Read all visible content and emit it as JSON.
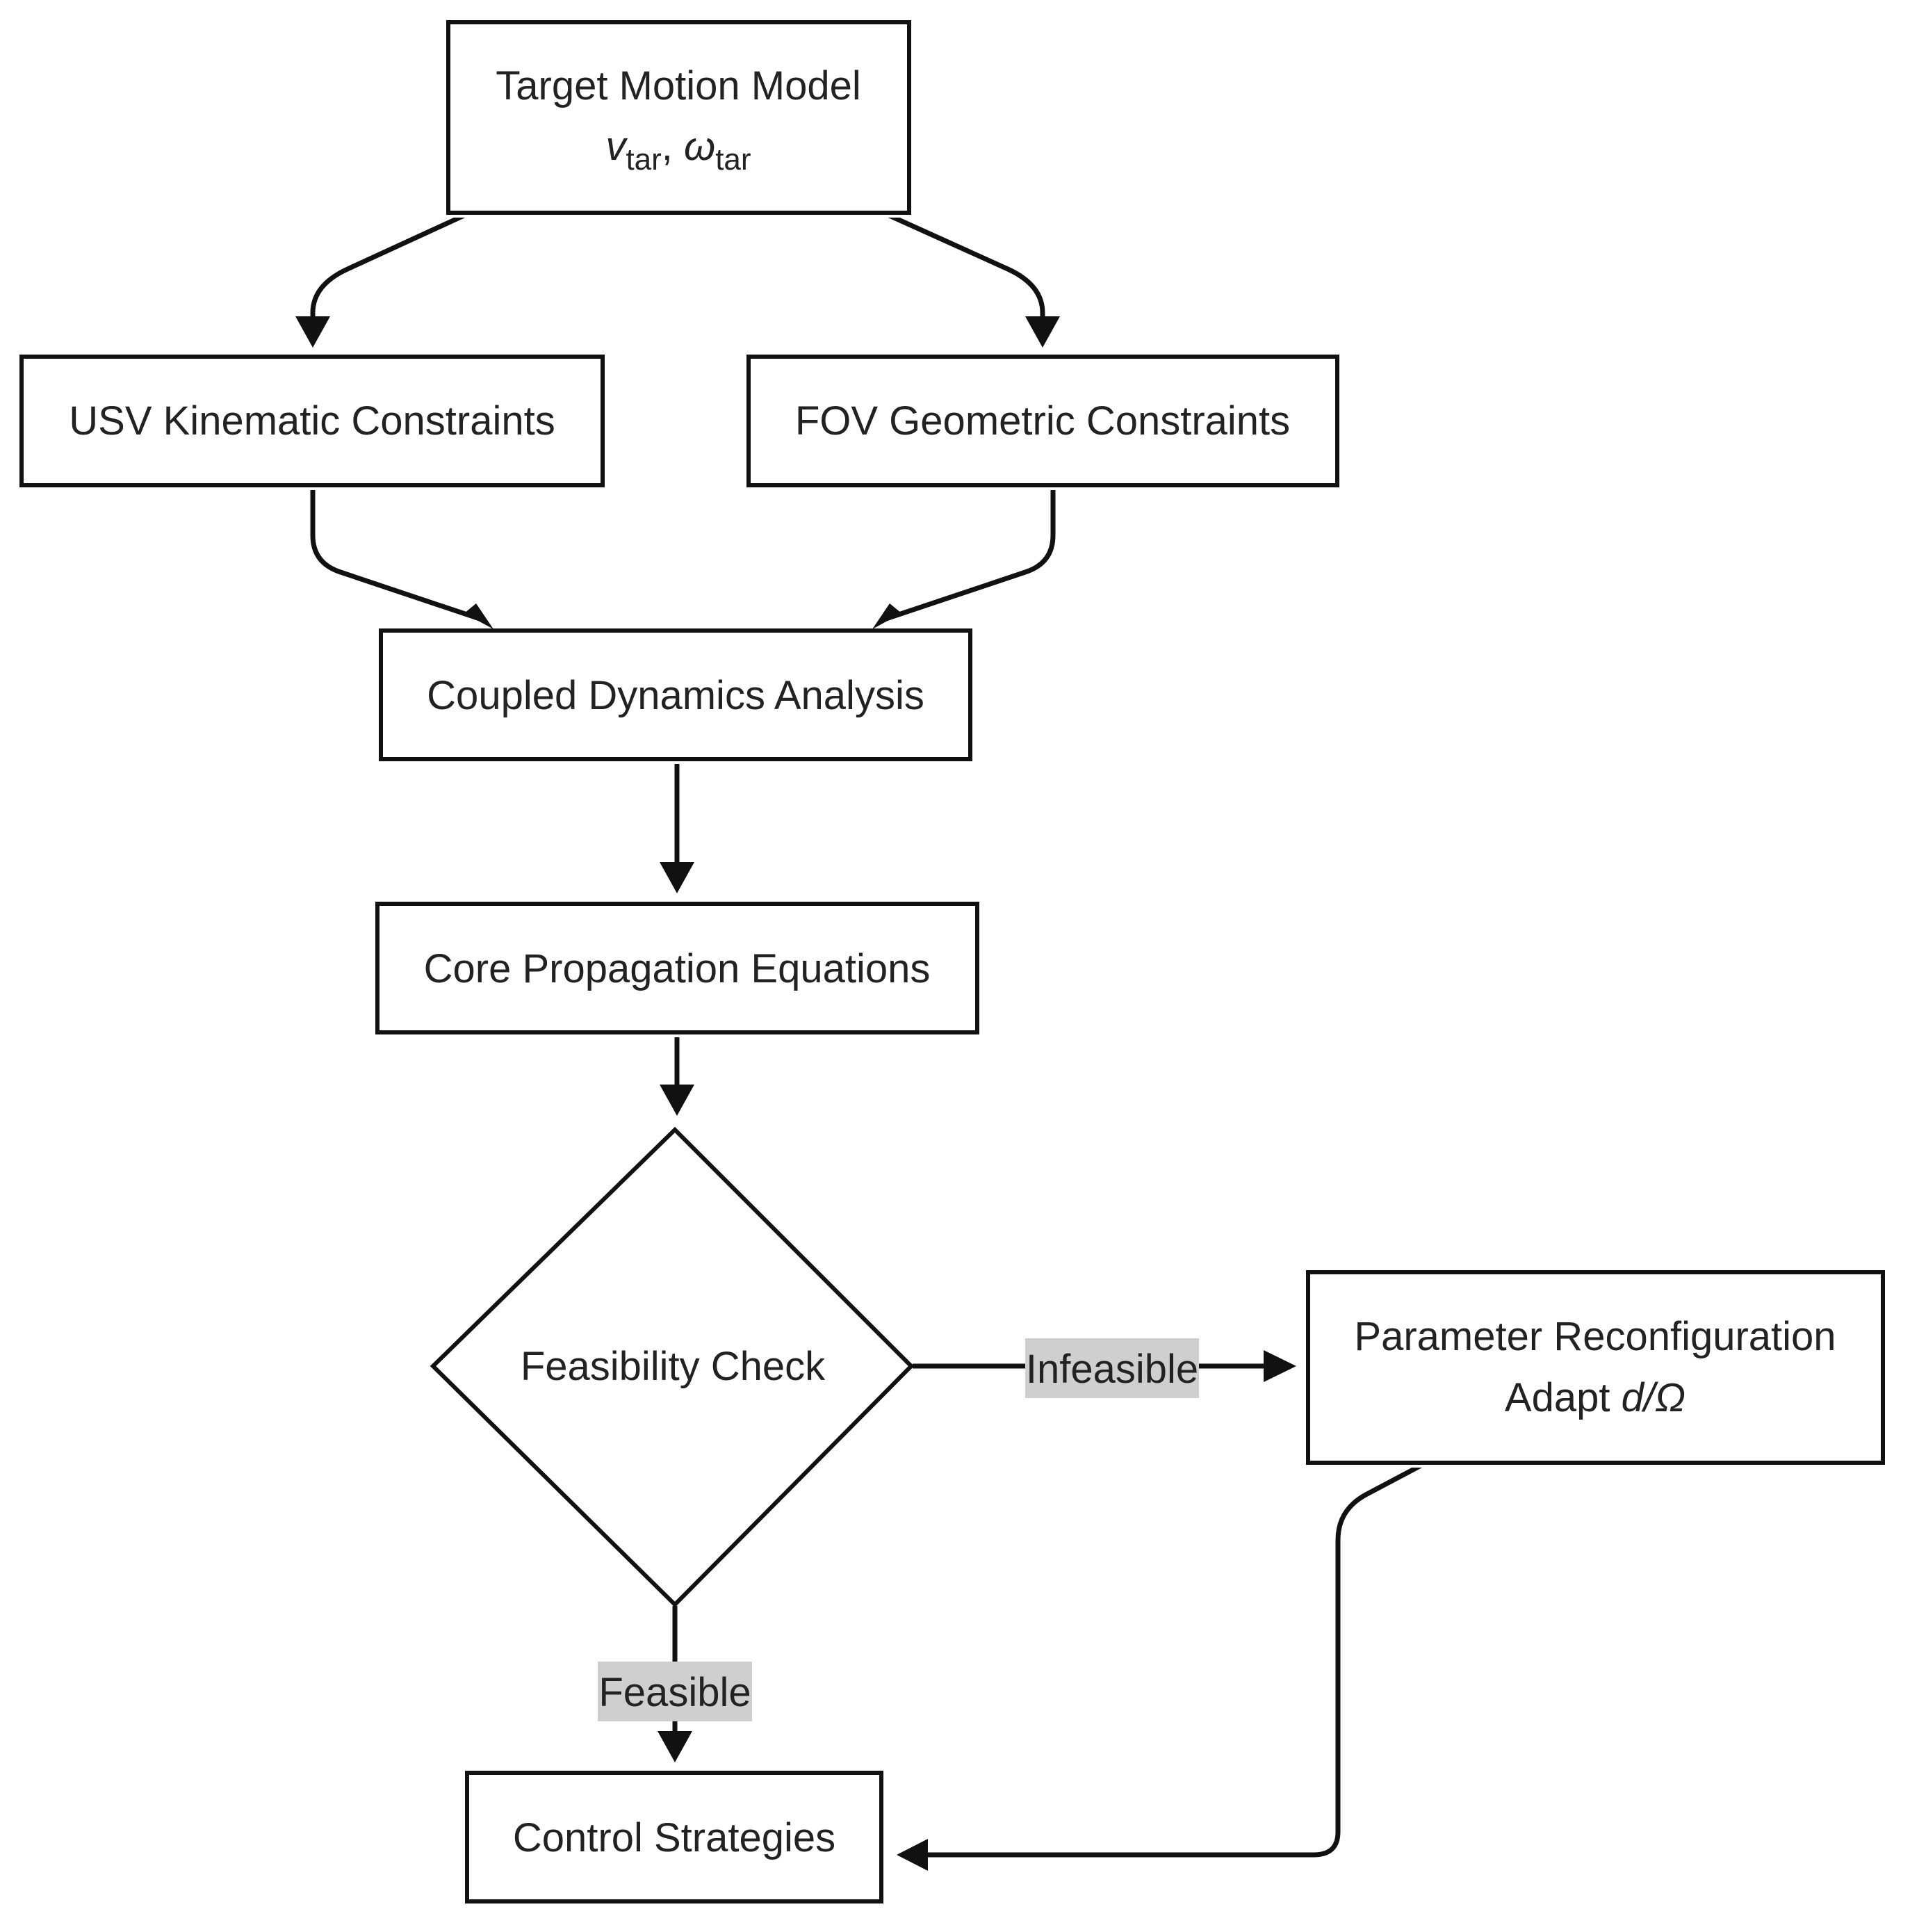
{
  "nodes": {
    "target_motion": {
      "line1": "Target Motion Model",
      "v_sym": "v",
      "v_sub": "tar",
      "sep": ", ",
      "w_sym": "ω",
      "w_sub": "tar"
    },
    "usv_kinematic": {
      "label": "USV Kinematic Constraints"
    },
    "fov_geometric": {
      "label": "FOV Geometric Constraints"
    },
    "coupled_dynamics": {
      "label": "Coupled Dynamics Analysis"
    },
    "core_propagation": {
      "label": "Core Propagation Equations"
    },
    "feasibility_check": {
      "label": "Feasibility Check"
    },
    "parameter_reconfig": {
      "line1": "Parameter Reconfiguration",
      "line2_prefix": "Adapt ",
      "line2_italic": "d/Ω"
    },
    "control_strategies": {
      "label": "Control Strategies"
    }
  },
  "edges": {
    "infeasible_label": "Infeasible",
    "feasible_label": "Feasible"
  }
}
